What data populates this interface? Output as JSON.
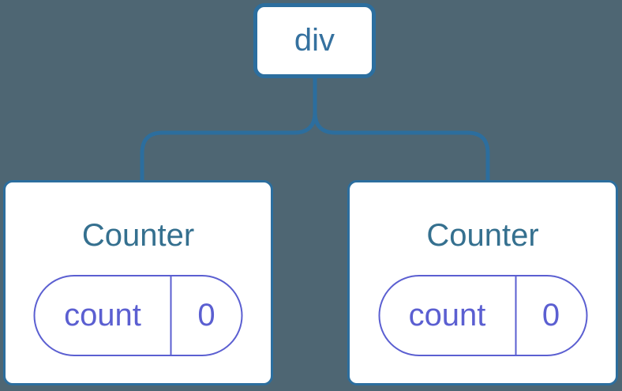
{
  "colors": {
    "background": "#4e6673",
    "connector": "#2c6e9e",
    "node_border": "#2c6e9e",
    "card_bg": "#ffffff",
    "node_label": "#35719f",
    "component_title": "#35708f",
    "state_accent": "#5b5fd1"
  },
  "tree": {
    "root": {
      "label": "div"
    },
    "children": [
      {
        "title": "Counter",
        "state": {
          "name": "count",
          "value": "0"
        }
      },
      {
        "title": "Counter",
        "state": {
          "name": "count",
          "value": "0"
        }
      }
    ]
  }
}
